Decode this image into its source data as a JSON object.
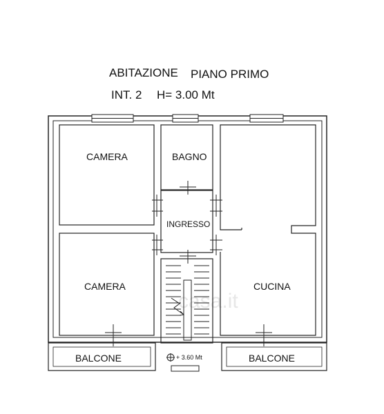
{
  "header": {
    "line1a": "ABITAZIONE",
    "line1b": "PIANO PRIMO",
    "line2a": "INT. 2",
    "line2b": "H= 3.00 Mt"
  },
  "rooms": {
    "camera_top": "CAMERA",
    "bagno": "BAGNO",
    "ingresso": "INGRESSO",
    "camera_bottom": "CAMERA",
    "cucina": "CUCINA",
    "balcone_left": "BALCONE",
    "balcone_right": "BALCONE"
  },
  "stair_level": "+ 3.60 Mt",
  "watermark": "casa.it",
  "colors": {
    "wall": "#222222",
    "background": "#ffffff"
  }
}
